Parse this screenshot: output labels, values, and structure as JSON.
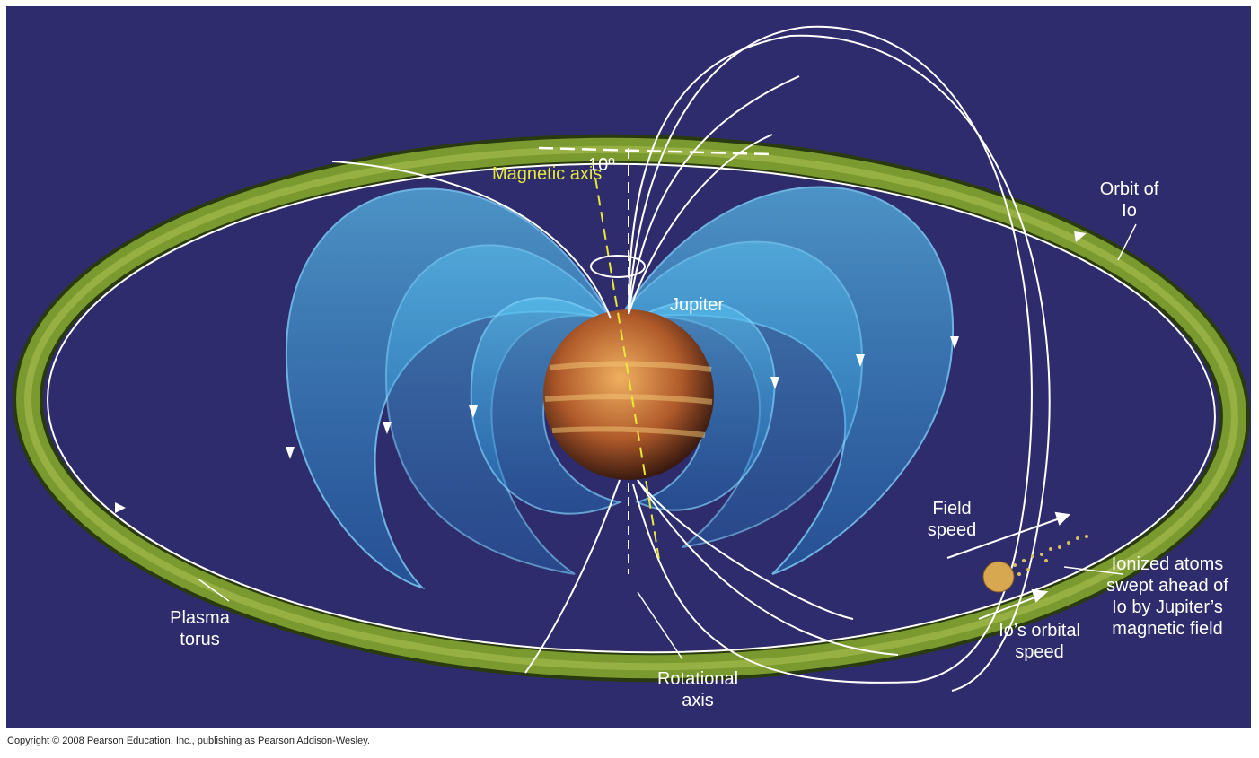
{
  "labels": {
    "magnetic_axis": "Magnetic axis",
    "angle": "10º",
    "jupiter": "Jupiter",
    "orbit_of_io": "Orbit of Io",
    "plasma_torus": "Plasma torus",
    "rotational_axis": "Rotational axis",
    "field_speed": "Field speed",
    "io_orbital_speed": "Io’s orbital speed",
    "ionized_atoms": "Ionized atoms swept ahead of Io by Jupiter’s magnetic field"
  },
  "copyright": "Copyright © 2008 Pearson Education, Inc., publishing as Pearson Addison-Wesley.",
  "colors": {
    "background": "#2e2c6c",
    "torus": "#6f8a2a",
    "field": "#3aa8e0",
    "axis_label": "#e8e83a"
  }
}
